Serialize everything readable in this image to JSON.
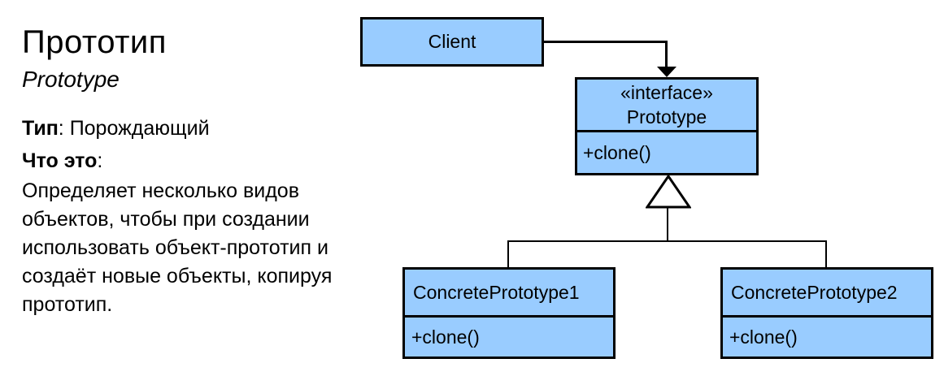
{
  "left_panel": {
    "title": "Прототип",
    "subtitle": "Prototype",
    "type_label": "Тип",
    "type_rest": ": Порождающий",
    "what_label": "Что это",
    "what_rest": ":",
    "description_lines": [
      "Определяет несколько видов",
      "объектов, чтобы при создании",
      "использовать объект-прототип и",
      "создаёт новые объекты, копируя",
      "прототип."
    ]
  },
  "diagram": {
    "client": {
      "name": "Client"
    },
    "prototype_interface": {
      "stereotype": "«interface»",
      "name": "Prototype",
      "method": "+clone()"
    },
    "concrete_prototype_1": {
      "name": "ConcretePrototype1",
      "method": "+clone()"
    },
    "concrete_prototype_2": {
      "name": "ConcretePrototype2",
      "method": "+clone()"
    },
    "connectors": {
      "client_to_prototype": "directed-association-solid-arrowhead",
      "concretes_to_prototype": "generalization-hollow-triangle"
    },
    "colors": {
      "class_fill": "#99CCFF",
      "class_border": "#000000",
      "line": "#000000",
      "background": "#FFFFFF",
      "text": "#000000"
    }
  }
}
